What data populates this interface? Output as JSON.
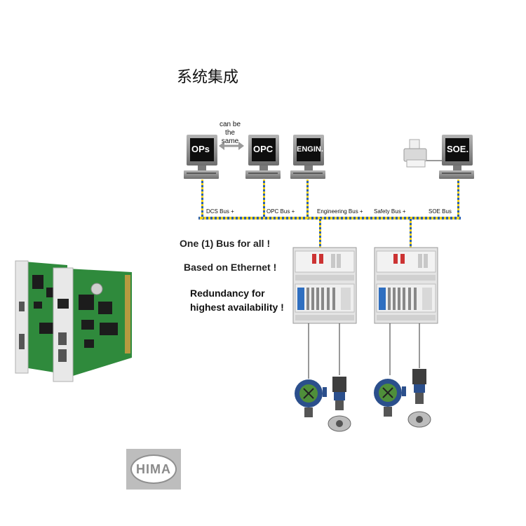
{
  "title": "系统集成",
  "note_lines": [
    "can be",
    "the same"
  ],
  "monitors": {
    "ops": "OPs",
    "opc": "OPC",
    "engin": "ENGIN.",
    "soe": "SOE."
  },
  "bus_labels": {
    "dcs": "DCS Bus +",
    "opc": "OPC Bus +",
    "engineering": "Engineering Bus +",
    "safety": "Safety Bus +",
    "soe": "SOE Bus"
  },
  "callouts": {
    "one_bus": "One (1) Bus for all !",
    "ethernet": "Based on Ethernet !",
    "redundancy_line1": "Redundancy for",
    "redundancy_line2": "highest availability !"
  },
  "logo": "HIMA",
  "colors": {
    "bus_yellow": "#f2d21a",
    "bus_blue": "#2a5fb0",
    "monitor_screen": "#0e0e0e",
    "monitor_body": "#8a8a8a",
    "pcb_green": "#2f8a3c",
    "cabinet_gray": "#e4e4e4",
    "field_blue": "#2b4f8c"
  }
}
